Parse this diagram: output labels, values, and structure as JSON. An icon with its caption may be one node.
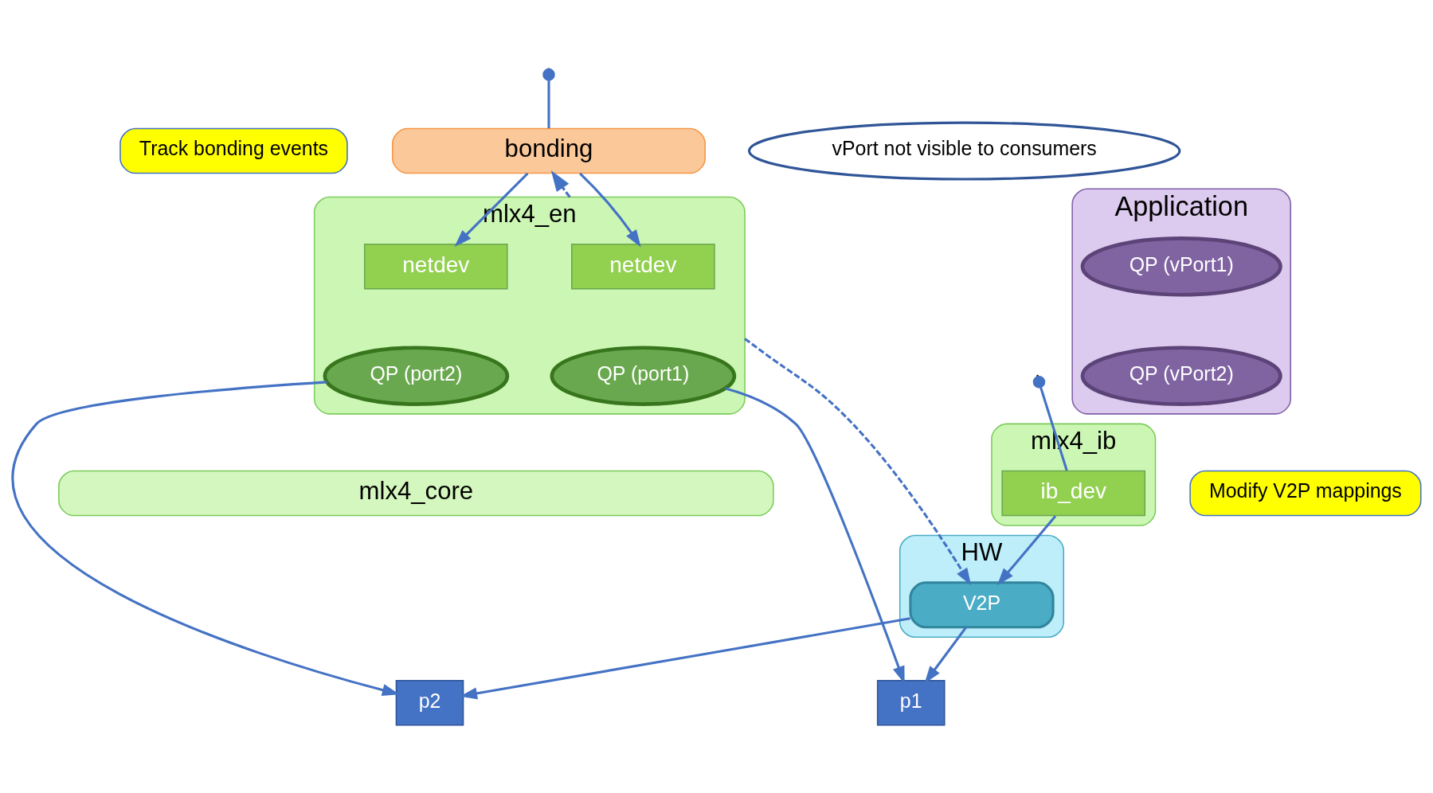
{
  "diagram": {
    "nodes": [
      {
        "text": [
          "Track bonding events"
        ]
      },
      {
        "text": [
          "bonding"
        ]
      },
      {
        "text": [
          "Application"
        ]
      },
      {
        "text": [
          "QP (vPort1)"
        ],
        "in": 2
      },
      {
        "text": [
          "QP (vPort2)"
        ],
        "in": 2
      },
      {
        "text": [
          "vPort not visible to consumers"
        ]
      },
      {
        "text": [
          "mlx4_en"
        ]
      },
      {
        "text": [
          "netdev"
        ],
        "in": 6
      },
      {
        "text": [
          "netdev"
        ],
        "in": 6
      },
      {
        "text": [
          "QP (port1)"
        ],
        "in": 6
      },
      {
        "text": [
          "QP (port2)"
        ],
        "in": 6
      },
      {
        "text": [
          "mlx4_ib"
        ]
      },
      {
        "text": [
          "ib_dev"
        ],
        "in": 11
      },
      {
        "text": [
          "Modify V2P mappings"
        ]
      },
      {
        "text": [
          "mlx4_core"
        ]
      },
      {
        "text": [
          "HW"
        ]
      },
      {
        "text": [
          "V2P"
        ],
        "in": 15
      },
      {
        "text": [
          "p1"
        ]
      },
      {
        "text": [
          "p2"
        ]
      }
    ],
    "edges": [
      {
        "from": null,
        "to": 1,
        "arrow": "other"
      },
      {
        "from": 6,
        "to": 1,
        "arrow": "to",
        "style": "dashed"
      },
      {
        "from": 1,
        "to": 7,
        "arrow": "to"
      },
      {
        "from": 1,
        "to": 8,
        "arrow": "to"
      },
      {
        "from": null,
        "to": 12,
        "arrow": "other"
      },
      {
        "from": 12,
        "to": 16,
        "arrow": "to"
      },
      {
        "from": 6,
        "to": 16,
        "arrow": "to",
        "style": "dashed"
      },
      {
        "from": 9,
        "to": 17,
        "arrow": "to"
      },
      {
        "from": 10,
        "to": 18,
        "arrow": "to"
      },
      {
        "from": 16,
        "to": 17,
        "arrow": "to"
      },
      {
        "from": 16,
        "to": 18,
        "arrow": "to"
      }
    ]
  }
}
